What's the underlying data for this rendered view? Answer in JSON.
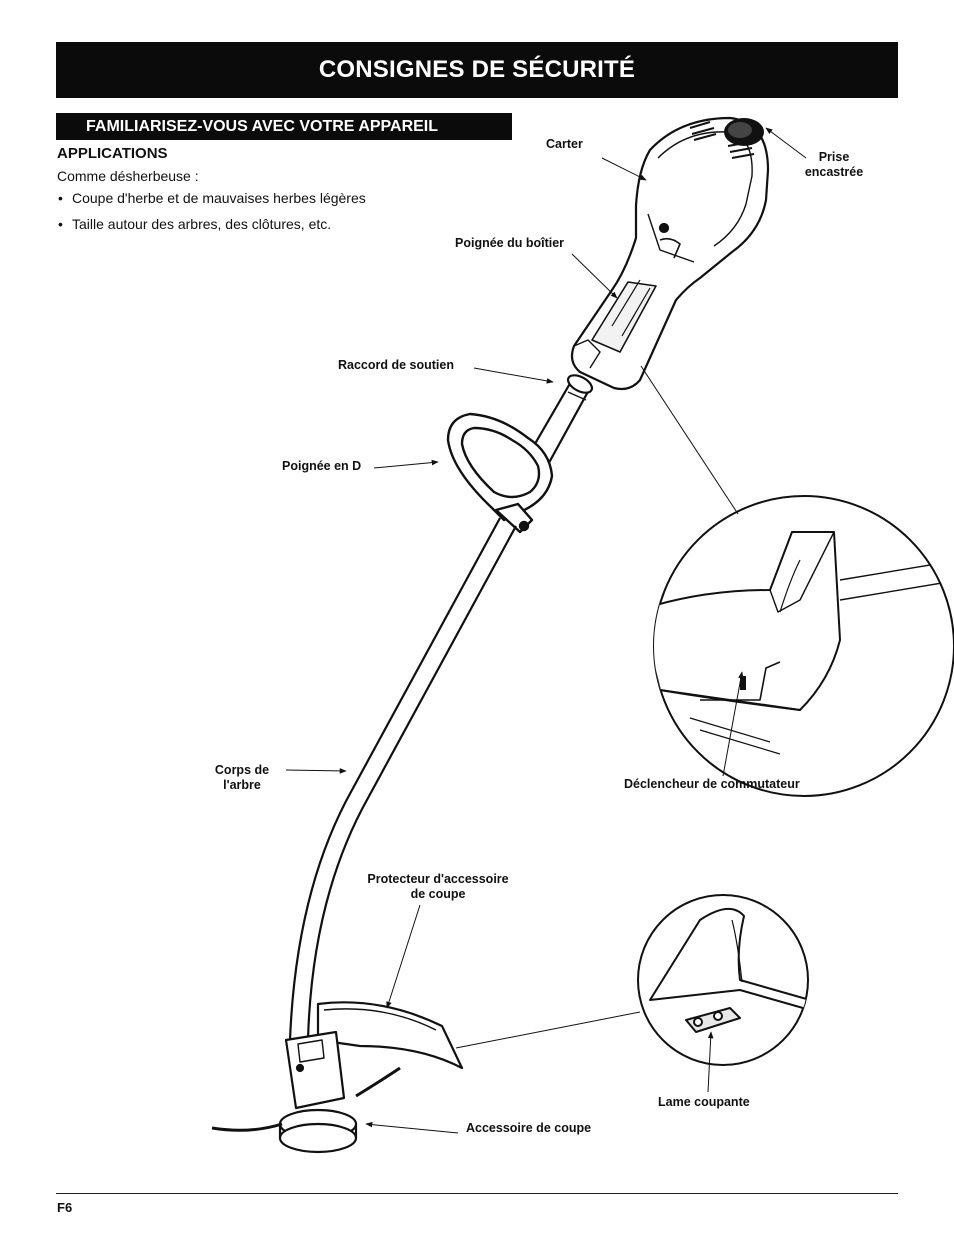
{
  "header": {
    "title": "CONSIGNES DE SÉCURITÉ"
  },
  "section": {
    "title": "FAMILIARISEZ-VOUS AVEC VOTRE APPAREIL",
    "subtitle": "APPLICATIONS",
    "intro": "Comme désherbeuse :",
    "bullets": [
      "Coupe d'herbe et de mauvaises herbes légères",
      "Taille autour des arbres, des clôtures, etc."
    ]
  },
  "labels": {
    "carter": "Carter",
    "prise_line1": "Prise",
    "prise_line2": "encastrée",
    "poignee_boitier": "Poignée du boîtier",
    "raccord": "Raccord de soutien",
    "poignee_d": "Poignée en D",
    "corps_line1": "Corps de",
    "corps_line2": "l'arbre",
    "declencheur": "Déclencheur de commutateur",
    "protecteur_line1": "Protecteur d'accessoire",
    "protecteur_line2": "de coupe",
    "lame": "Lame coupante",
    "accessoire": "Accessoire de coupe"
  },
  "footer": {
    "page": "F6"
  }
}
